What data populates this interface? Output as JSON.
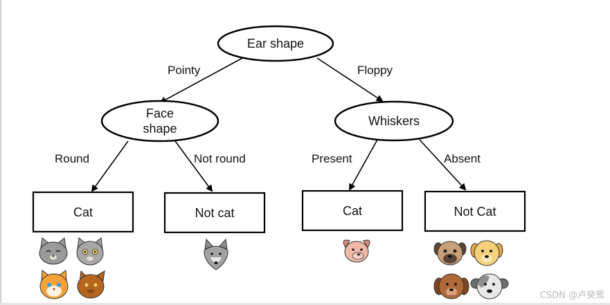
{
  "nodes": {
    "root": "Ear shape",
    "face_line1": "Face",
    "face_line2": "shape",
    "whiskers": "Whiskers"
  },
  "edges": {
    "pointy": "Pointy",
    "floppy": "Floppy",
    "round": "Round",
    "not_round": "Not round",
    "present": "Present",
    "absent": "Absent"
  },
  "leaves": {
    "leaf1": "Cat",
    "leaf2": "Not cat",
    "leaf3": "Cat",
    "leaf4": "Not Cat"
  },
  "icons": {
    "leaf1": [
      "gray-cat-icon",
      "gray-tabby-cat-icon",
      "orange-cat-icon",
      "brown-cat-icon"
    ],
    "leaf2": [
      "gray-wolf-dog-icon"
    ],
    "leaf3": [
      "pink-pig-dog-icon"
    ],
    "leaf4": [
      "pug-dog-icon",
      "yellow-dog-icon",
      "brown-dog-icon",
      "gray-white-dog-icon"
    ]
  },
  "colors": {
    "stroke": "#000000",
    "gray_cat": "#9a9a9a",
    "orange_cat": "#f6a23a",
    "brown_cat": "#b5651d",
    "pink": "#f2b8a8",
    "dog_tan": "#c9a07a",
    "dog_yellow": "#f5cf7a",
    "dog_brown": "#b06a3a",
    "dog_gray": "#8f8f8f"
  },
  "watermark": "CSDN @卢癸鸳"
}
